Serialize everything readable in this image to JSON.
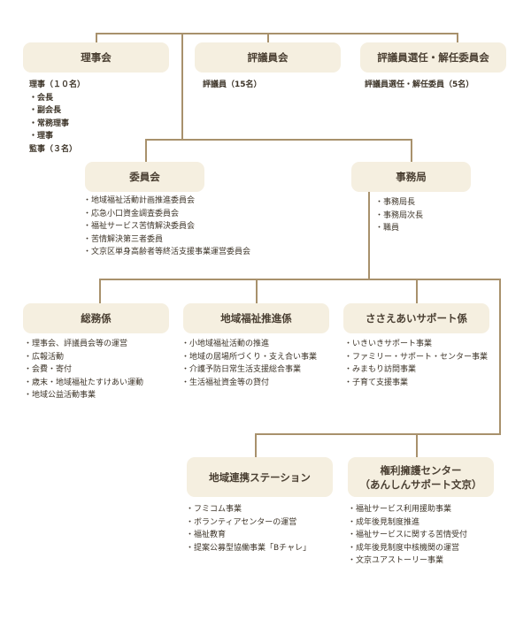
{
  "diagram": {
    "type": "org-chart",
    "top_row": [
      {
        "title": "理事会",
        "items": [
          "理事（１０名）",
          "・会長",
          "・副会長",
          "・常務理事",
          "・理事",
          "監事（３名）"
        ]
      },
      {
        "title": "評議員会",
        "items": [
          "評議員（15名）"
        ]
      },
      {
        "title": "評議員選任・解任委員会",
        "items": [
          "評議員選任・解任委員（5名）"
        ]
      }
    ],
    "middle_row": [
      {
        "title": "委員会",
        "items": [
          "・地域福祉活動計画推進委員会",
          "・応急小口資金調査委員会",
          "・福祉サービス苦情解決委員会",
          "・苦情解決第三者委員",
          "・文京区単身高齢者等終活支援事業運営委員会"
        ]
      },
      {
        "title": "事務局",
        "items": [
          "・事務局長",
          "・事務局次長",
          "・職員"
        ]
      }
    ],
    "section_row": [
      {
        "title": "総務係",
        "items": [
          "・理事会、評議員会等の運営",
          "・広報活動",
          "・会費・寄付",
          "・歳末・地域福祉たすけあい運動",
          "・地域公益活動事業"
        ]
      },
      {
        "title": "地域福祉推進係",
        "items": [
          "・小地域福祉活動の推進",
          "・地域の居場所づくり・支え合い事業",
          "・介護予防日常生活支援総合事業",
          "・生活福祉資金等の貸付"
        ]
      },
      {
        "title": "ささえあいサポート係",
        "items": [
          "・いきいきサポート事業",
          "・ファミリー・サポート・センター事業",
          "・みまもり訪問事業",
          "・子育て支援事業"
        ]
      }
    ],
    "bottom_row": [
      {
        "title": "地域連携ステーション",
        "items": [
          "・フミコム事業",
          "・ボランティアセンターの運営",
          "・福祉教育",
          "・提案公募型協働事業「Bチャレ」"
        ]
      },
      {
        "title_line1": "権利擁護センター",
        "title_line2": "（あんしんサポート文京）",
        "items": [
          "・福祉サービス利用援助事業",
          "・成年後見制度推進",
          "・福祉サービスに関する苦情受付",
          "・成年後見制度中核機関の運営",
          "・文京ユアストーリー事業"
        ]
      }
    ],
    "colors": {
      "box_fill": "#f5efe0",
      "connector": "#a8916c",
      "text": "#3d3428"
    }
  }
}
